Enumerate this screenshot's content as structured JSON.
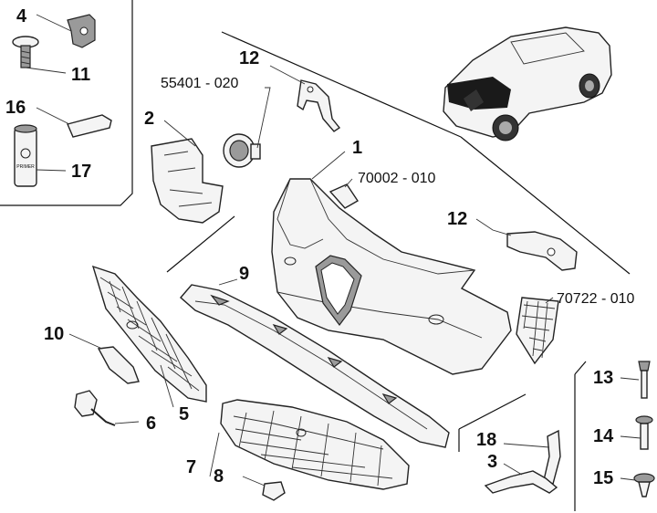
{
  "callouts": {
    "c1": "1",
    "c2": "2",
    "c3": "3",
    "c4": "4",
    "c5": "5",
    "c6": "6",
    "c7": "7",
    "c8": "8",
    "c9": "9",
    "c10": "10",
    "c11": "11",
    "c12a": "12",
    "c12b": "12",
    "c13": "13",
    "c14": "14",
    "c15": "15",
    "c16": "16",
    "c17": "17",
    "c18": "18"
  },
  "refs": {
    "r55401": "55401 - 020",
    "r70002": "70002 - 010",
    "r70722": "70722 - 010"
  },
  "can_text": "PRIMER"
}
